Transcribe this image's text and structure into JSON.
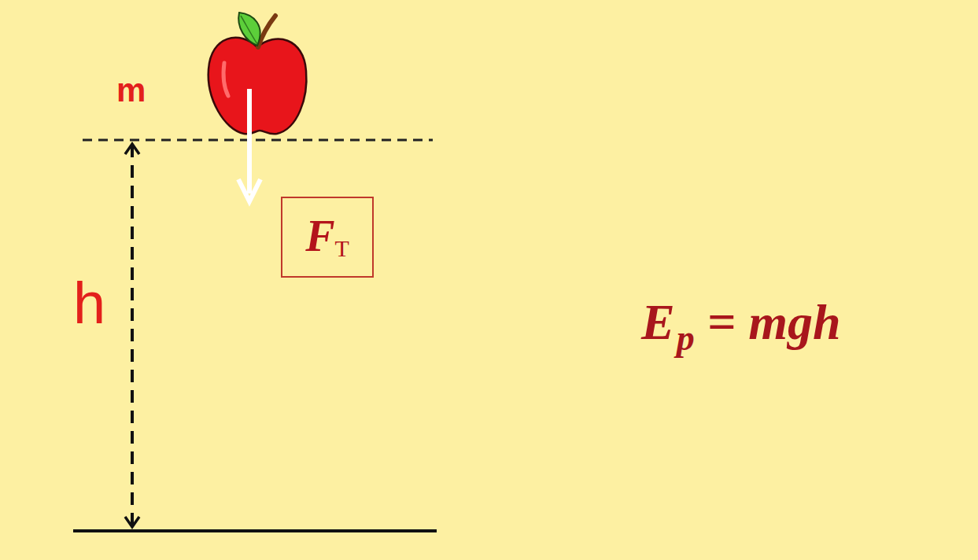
{
  "diagram": {
    "nodes": [
      {
        "text": [
          "F",
          "T"
        ]
      }
    ],
    "labels": [
      "m",
      "h",
      "E",
      "p",
      "= mgh"
    ]
  }
}
